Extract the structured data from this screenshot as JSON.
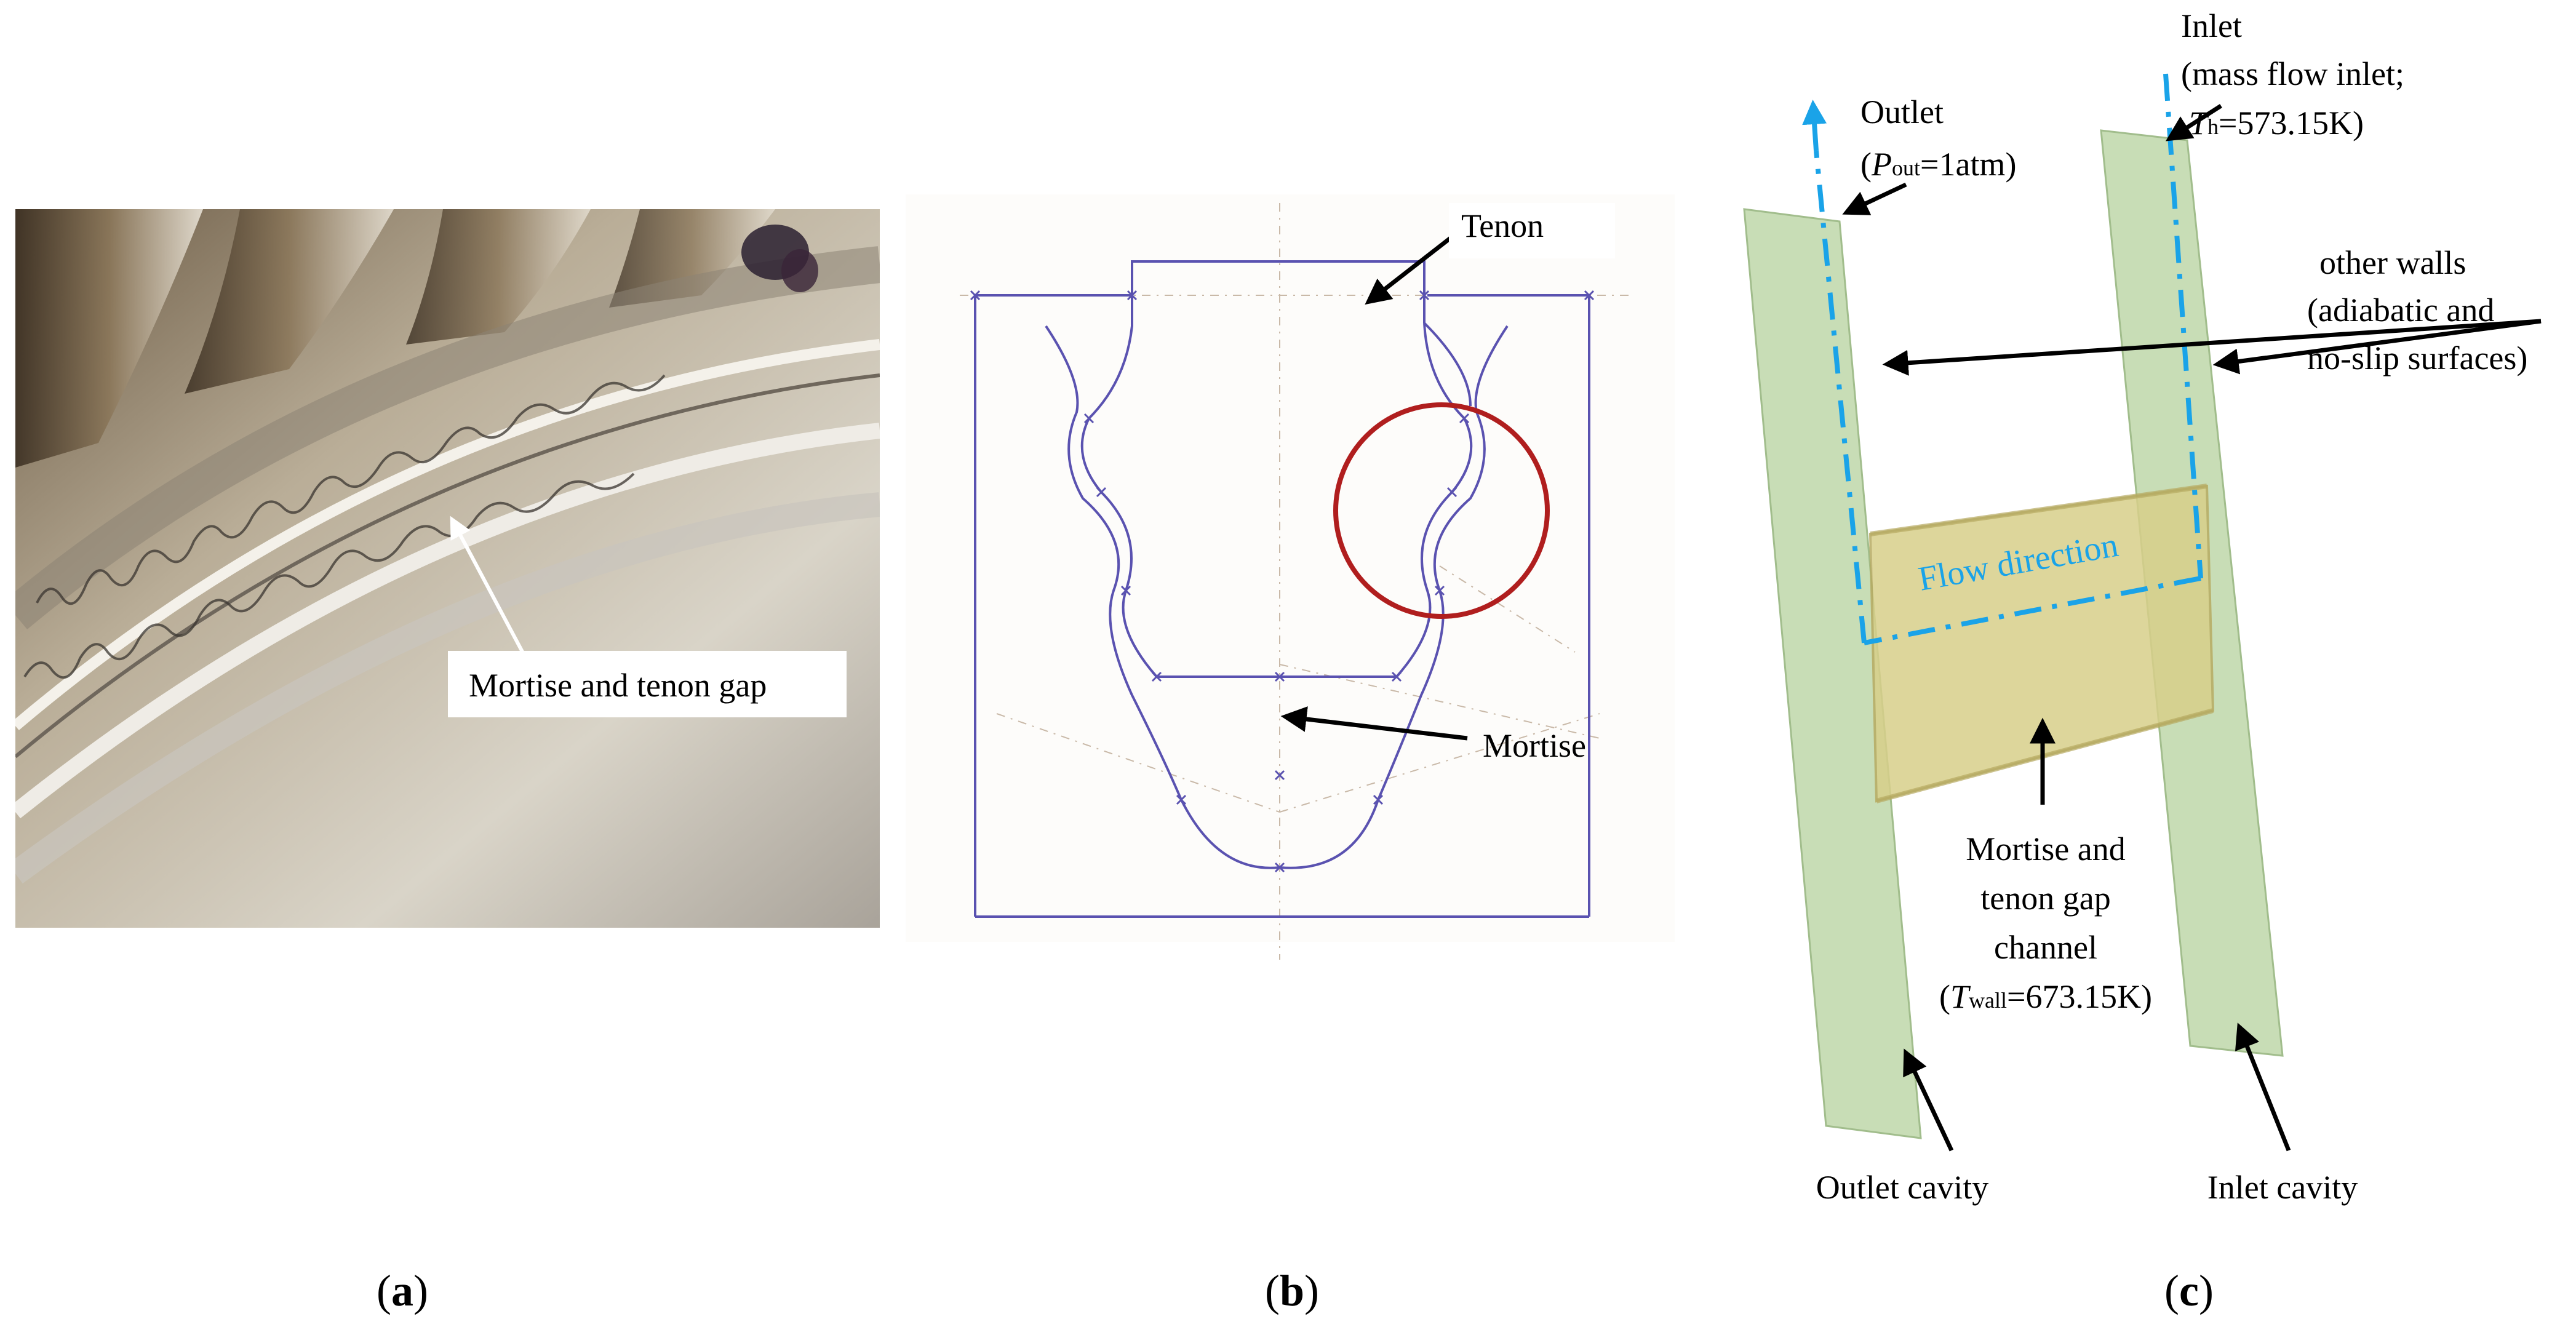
{
  "panel_a": {
    "label": "(a)",
    "callout": "Mortise and tenon gap"
  },
  "panel_b": {
    "label": "(b)",
    "tenon": "Tenon",
    "mortise": "Mortise"
  },
  "panel_c": {
    "label": "(c)",
    "outlet_title": "Outlet",
    "outlet_cond_p": "P",
    "outlet_cond_sub": "out",
    "outlet_cond_val": "=1atm",
    "inlet_title": "Inlet",
    "inlet_line2": "(mass flow inlet;",
    "inlet_cond_t": "T",
    "inlet_cond_sub": "h",
    "inlet_cond_val": "=573.15K)",
    "walls_line1": "other walls",
    "walls_line2": "(adiabatic and",
    "walls_line3": "no-slip surfaces)",
    "flow_direction": "Flow direction",
    "gap_line1": "Mortise and",
    "gap_line2": "tenon gap",
    "gap_line3": "channel",
    "gap_cond_t": "T",
    "gap_cond_sub": "wall",
    "gap_cond_val": "=673.15K)",
    "outlet_cavity": "Outlet cavity",
    "inlet_cavity": "Inlet cavity"
  },
  "colors": {
    "drawing_line": "#5a52b0",
    "highlight_circle": "#b01e1e",
    "flow_arrow": "#1aa3e8",
    "cavity_fill": "#c6dcb3",
    "channel_fill": "#d8cf8a"
  }
}
